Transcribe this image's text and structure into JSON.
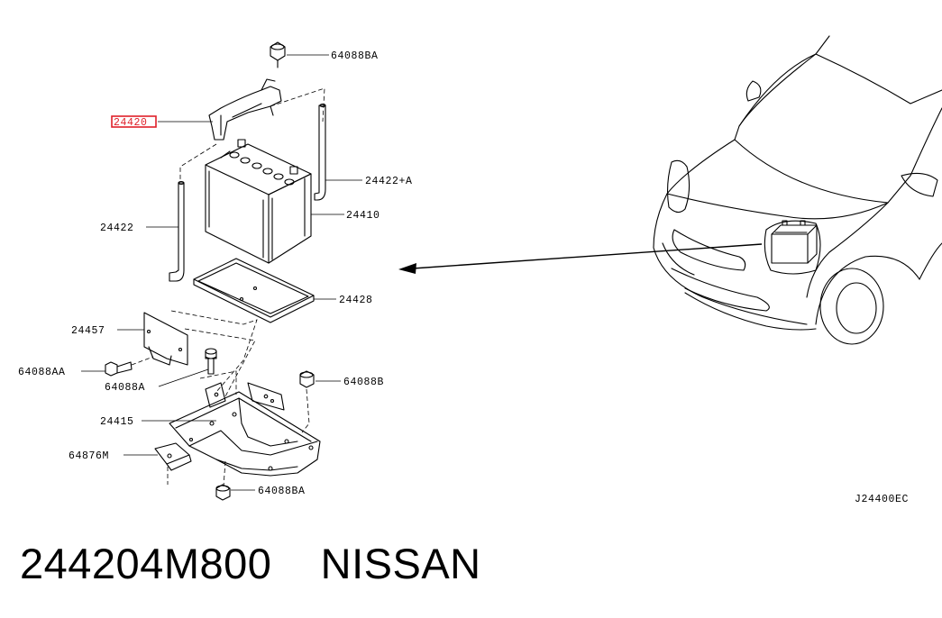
{
  "labels": {
    "p64088BA_top": "64088BA",
    "p24420": "24420",
    "p24422A": "24422+A",
    "p24410": "24410",
    "p24422": "24422",
    "p24428": "24428",
    "p24457": "24457",
    "p64088AA": "64088AA",
    "p64088A": "64088A",
    "p64088B": "64088B",
    "p24415": "24415",
    "p64876M": "64876M",
    "p64088BA_bottom": "64088BA",
    "diagram_code": "J24400EC"
  },
  "caption": {
    "part_number": "244204M800",
    "brand": "NISSAN"
  },
  "colors": {
    "highlight": "#e0202a",
    "ink": "#000000"
  }
}
